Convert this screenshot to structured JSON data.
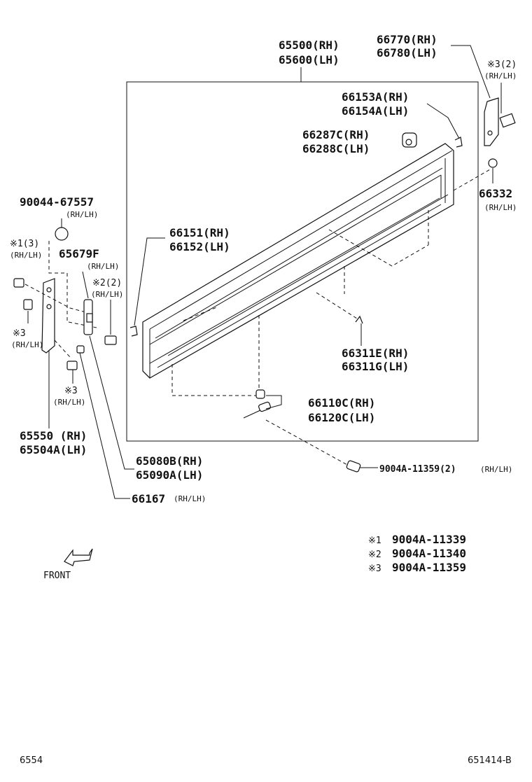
{
  "callouts": {
    "p65500": "65500(RH)",
    "p65600": "65600(LH)",
    "p66770": "66770(RH)",
    "p66780": "66780(LH)",
    "n3_2_top": "※3(2)",
    "rhlh_top": "(RH/LH)",
    "p66153": "66153A(RH)",
    "p66154": "66154A(LH)",
    "p66287": "66287C(RH)",
    "p66288": "66288C(LH)",
    "p66332": "66332",
    "rhlh_66332": "(RH/LH)",
    "p90044": "90044-67557",
    "rhlh_90044": "(RH/LH)",
    "n1_3": "※1(3)",
    "rhlh_n1": "(RH/LH)",
    "p65679": "65679F",
    "rhlh_65679": "(RH/LH)",
    "n2_2": "※2(2)",
    "rhlh_n2": "(RH/LH)",
    "p66151": "66151(RH)",
    "p66152": "66152(LH)",
    "n3_a": "※3",
    "rhlh_n3a": "(RH/LH)",
    "n3_b": "※3",
    "rhlh_n3b": "(RH/LH)",
    "p66311e": "66311E(RH)",
    "p66311g": "66311G(LH)",
    "p65550": "65550 (RH)",
    "p65504": "65504A(LH)",
    "p66110": "66110C(RH)",
    "p66120": "66120C(LH)",
    "p65080": "65080B(RH)",
    "p65090": "65090A(LH)",
    "p9004a": "9004A-11359(2)",
    "rhlh_9004a": "(RH/LH)",
    "p66167": "66167",
    "rhlh_66167": "(RH/LH)"
  },
  "legend": {
    "items": [
      {
        "mark": "※1",
        "part": "9004A-11339"
      },
      {
        "mark": "※2",
        "part": "9004A-11340"
      },
      {
        "mark": "※3",
        "part": "9004A-11359"
      }
    ]
  },
  "front_label": "FRONT",
  "footer": {
    "left": "6554",
    "right": "651414-B"
  }
}
